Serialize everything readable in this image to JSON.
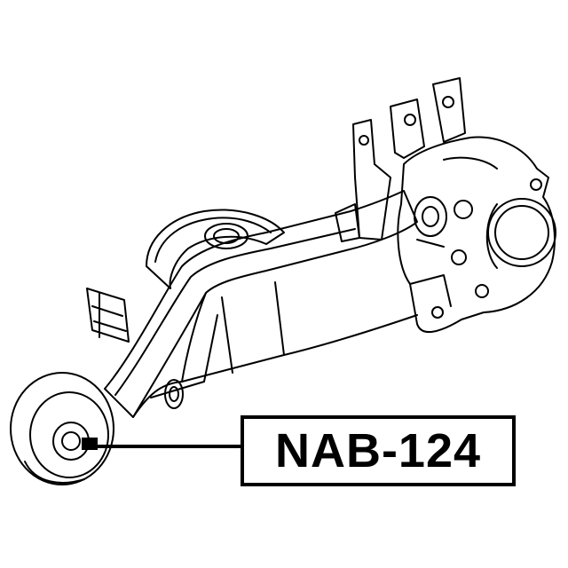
{
  "diagram": {
    "part_number": "NAB-124",
    "illustration": "rear-trailing-arm-assembly",
    "highlighted_part": "bushing"
  }
}
